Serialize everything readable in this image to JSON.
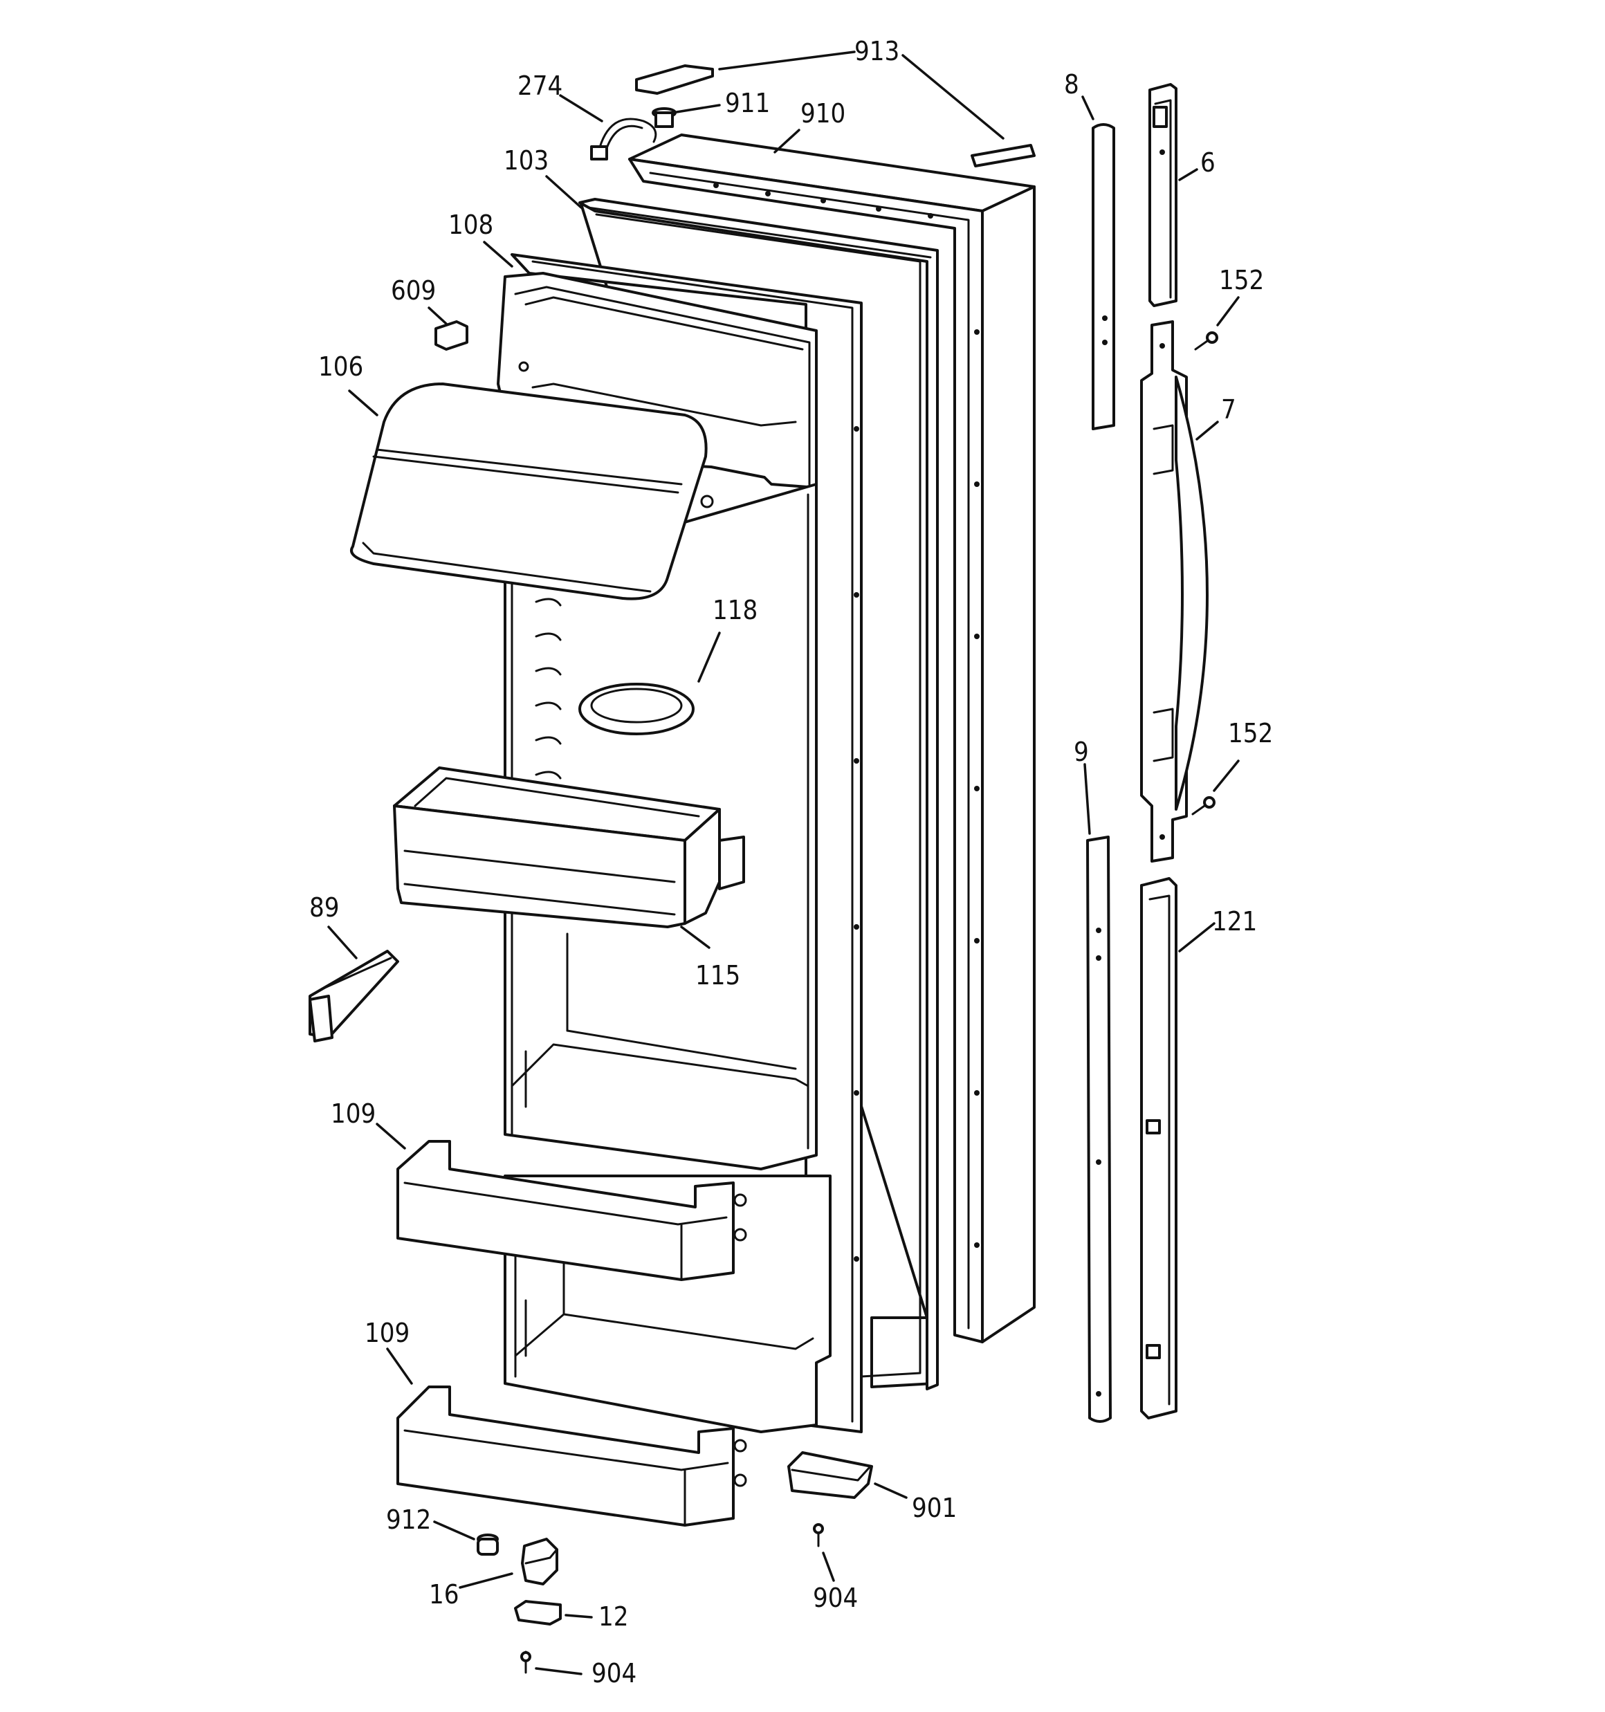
{
  "callouts": [
    {
      "id": "c913",
      "text": "913"
    },
    {
      "id": "c274",
      "text": "274"
    },
    {
      "id": "c911",
      "text": "911"
    },
    {
      "id": "c910",
      "text": "910"
    },
    {
      "id": "c8",
      "text": "8"
    },
    {
      "id": "c6",
      "text": "6"
    },
    {
      "id": "c103",
      "text": "103"
    },
    {
      "id": "c108",
      "text": "108"
    },
    {
      "id": "c609",
      "text": "609"
    },
    {
      "id": "c152a",
      "text": "152"
    },
    {
      "id": "c106",
      "text": "106"
    },
    {
      "id": "c7",
      "text": "7"
    },
    {
      "id": "c118",
      "text": "118"
    },
    {
      "id": "c9",
      "text": "9"
    },
    {
      "id": "c152b",
      "text": "152"
    },
    {
      "id": "c89",
      "text": "89"
    },
    {
      "id": "c115",
      "text": "115"
    },
    {
      "id": "c121",
      "text": "121"
    },
    {
      "id": "c109a",
      "text": "109"
    },
    {
      "id": "c109b",
      "text": "109"
    },
    {
      "id": "c901",
      "text": "901"
    },
    {
      "id": "c912",
      "text": "912"
    },
    {
      "id": "c904a",
      "text": "904"
    },
    {
      "id": "c16",
      "text": "16"
    },
    {
      "id": "c12",
      "text": "12"
    },
    {
      "id": "c904b",
      "text": "904"
    }
  ]
}
